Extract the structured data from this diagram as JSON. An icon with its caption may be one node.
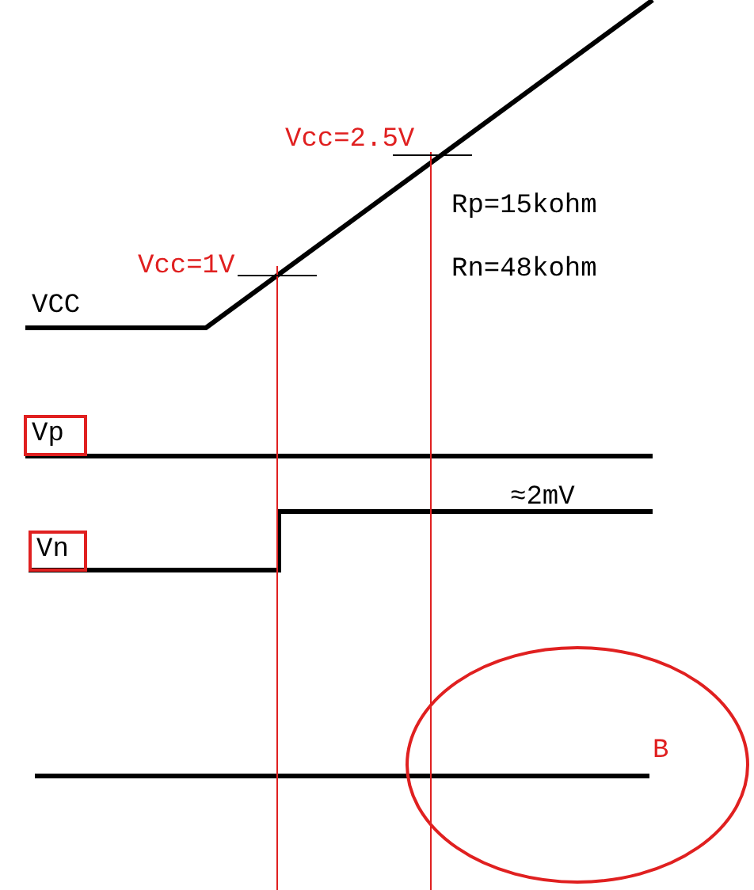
{
  "diagram": {
    "nodes": [
      {
        "text": [
          "Vp"
        ]
      },
      {
        "text": [
          "Vn"
        ]
      },
      {
        "text": [
          "B"
        ]
      }
    ],
    "labels": [
      "Vcc=2.5V",
      "Rp=15kohm",
      "Vcc=1V",
      "Rn=48kohm",
      "VCC",
      "≈2mV"
    ]
  }
}
